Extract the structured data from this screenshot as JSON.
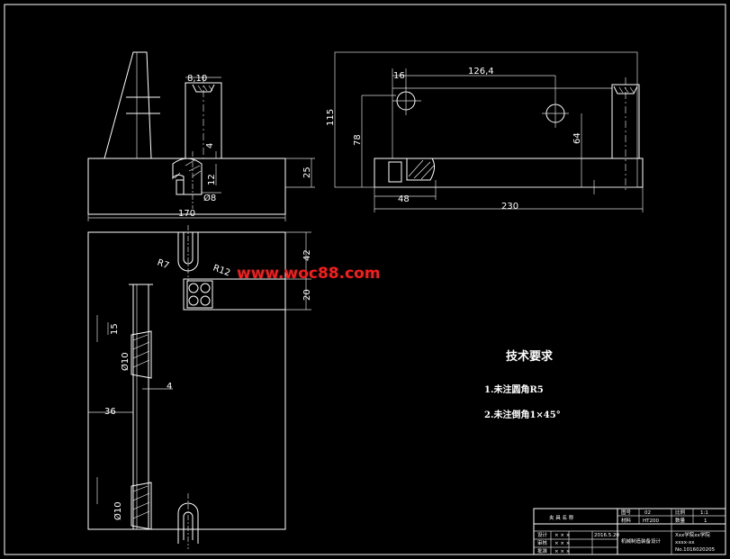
{
  "watermark": "www.woc88.com",
  "front_view": {
    "dims": {
      "top_width": "8,10",
      "height_4": "4",
      "height_12": "12",
      "hole_dia": "Ø8",
      "base_height": "25",
      "base_width": "170"
    }
  },
  "side_view": {
    "dims": {
      "hole_offset": "16",
      "hole_spacing": "126,4",
      "overall_height": "115",
      "hole_height": "78",
      "hole_height_right": "64",
      "left_offset": "48",
      "overall_length": "230"
    }
  },
  "plan_view": {
    "dims": {
      "r7": "R7",
      "r12": "R12",
      "d42": "42",
      "d20": "20",
      "d15": "15",
      "d4": "4",
      "d36": "36",
      "hole1": "Ø10",
      "hole2": "Ø10"
    }
  },
  "technical_requirements": {
    "title": "技术要求",
    "items": [
      "1.未注圆角R5",
      "2.未注倒角1×45°"
    ]
  },
  "title_block": {
    "header_left": "夹 具 名 称",
    "drawing_no_label": "图号",
    "drawing_no": "02",
    "scale_label": "比例",
    "scale": "1:1",
    "material_label": "材料",
    "material": "HT200",
    "qty_label": "数量",
    "qty": "1",
    "row_design": "设计",
    "row_check": "审核",
    "row_approve": "批准",
    "date": "2016.5.20",
    "part_name": "机械制造装备设计",
    "school_line1": "Xxx学院xx学院",
    "school_line2": "xxxx-xx",
    "school_line3": "No.1016020205"
  }
}
